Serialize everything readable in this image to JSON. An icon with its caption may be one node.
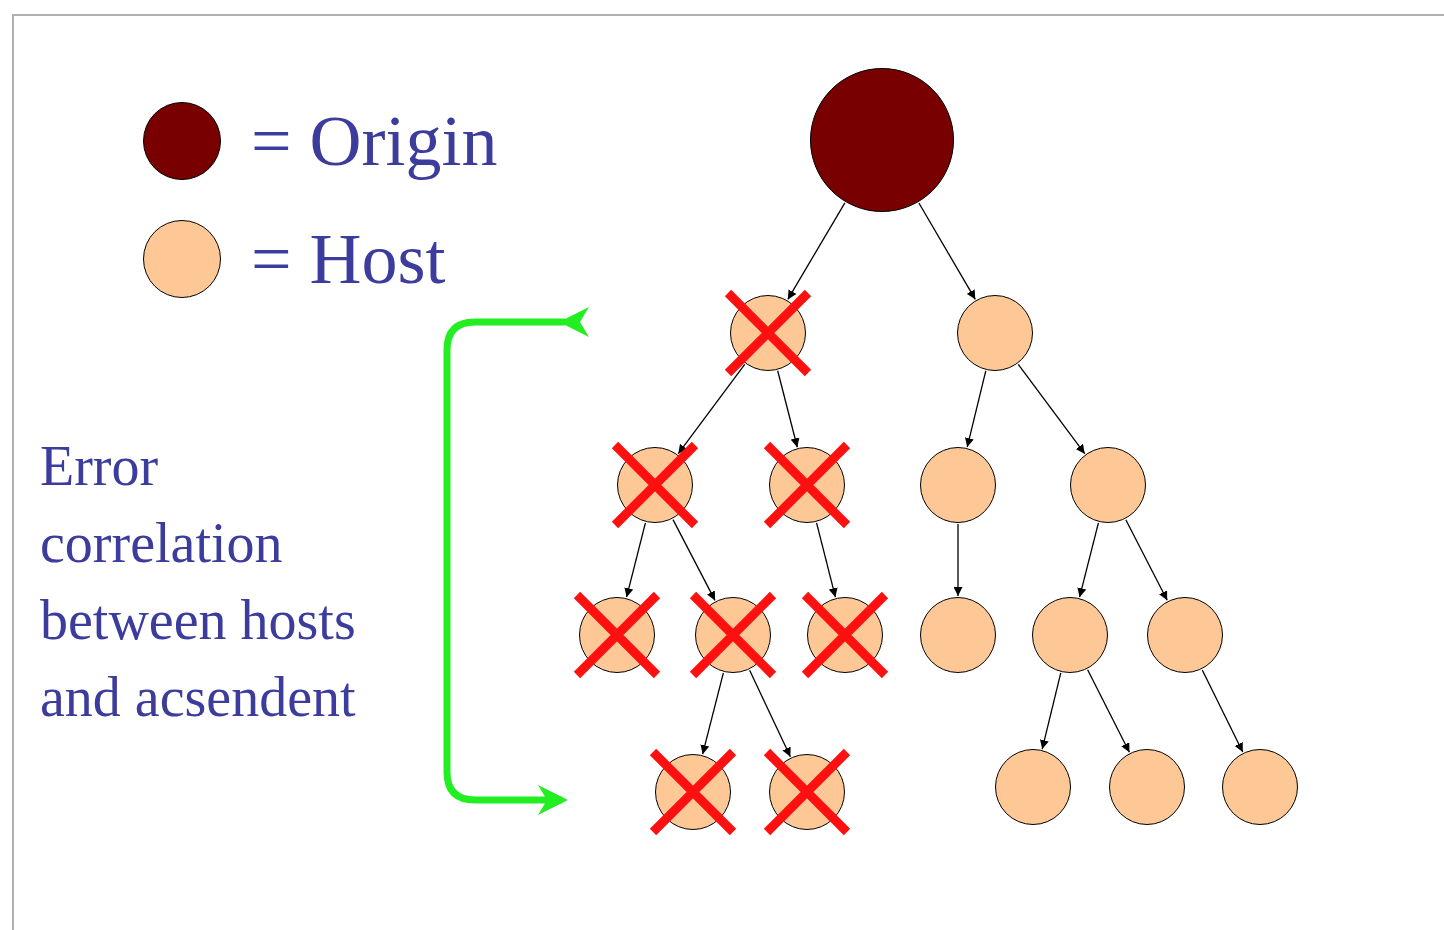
{
  "diagram": {
    "nodes": [
      {
        "text": [],
        "shape": "circle"
      },
      {
        "text": [],
        "shape": "circle"
      },
      {
        "text": [],
        "shape": "circle"
      },
      {
        "text": [],
        "shape": "circle"
      },
      {
        "text": [],
        "shape": "circle"
      },
      {
        "text": [],
        "shape": "circle"
      },
      {
        "text": [],
        "shape": "circle"
      },
      {
        "text": [],
        "shape": "circle"
      },
      {
        "text": [],
        "shape": "circle"
      },
      {
        "text": [],
        "shape": "circle"
      },
      {
        "text": [],
        "shape": "circle"
      },
      {
        "text": [],
        "shape": "circle"
      },
      {
        "text": [],
        "shape": "circle"
      },
      {
        "text": [],
        "shape": "circle"
      },
      {
        "text": [],
        "shape": "circle"
      },
      {
        "text": [],
        "shape": "circle"
      },
      {
        "text": [],
        "shape": "circle"
      },
      {
        "text": [],
        "shape": "circle"
      }
    ],
    "edges": [
      {
        "from": 0,
        "to": 1,
        "arrow": "to"
      },
      {
        "from": 0,
        "to": 2,
        "arrow": "to"
      },
      {
        "from": 1,
        "to": 3,
        "arrow": "to"
      },
      {
        "from": 1,
        "to": 4,
        "arrow": "to"
      },
      {
        "from": 2,
        "to": 5,
        "arrow": "to"
      },
      {
        "from": 2,
        "to": 6,
        "arrow": "to"
      },
      {
        "from": 3,
        "to": 7,
        "arrow": "to"
      },
      {
        "from": 3,
        "to": 8,
        "arrow": "to"
      },
      {
        "from": 4,
        "to": 9,
        "arrow": "to"
      },
      {
        "from": 5,
        "to": 10,
        "arrow": "to"
      },
      {
        "from": 6,
        "to": 11,
        "arrow": "to"
      },
      {
        "from": 6,
        "to": 12,
        "arrow": "to"
      },
      {
        "from": 8,
        "to": 13,
        "arrow": "to"
      },
      {
        "from": 8,
        "to": 14,
        "arrow": "to"
      },
      {
        "from": 11,
        "to": 15,
        "arrow": "to"
      },
      {
        "from": 11,
        "to": 16,
        "arrow": "to"
      },
      {
        "from": 12,
        "to": 17,
        "arrow": "to"
      }
    ],
    "labels": [
      "Error correlation between hosts and acsendent"
    ],
    "legend": [
      {
        "text": "= Origin",
        "color": "#780000"
      },
      {
        "text": "= Host",
        "color": "#fdc896"
      }
    ]
  }
}
